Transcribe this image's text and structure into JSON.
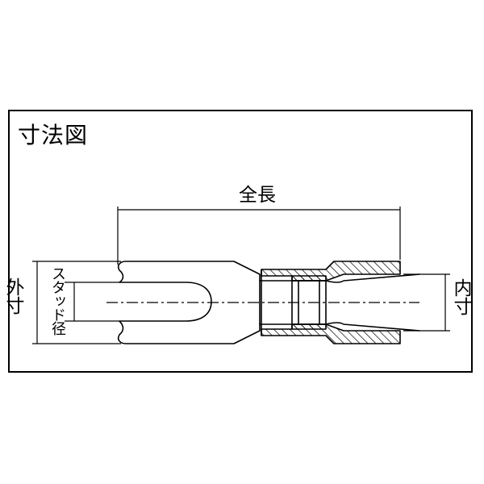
{
  "title": "寸法図",
  "labels": {
    "overall_length": "全長",
    "outer_dimension": "外寸",
    "stud_diameter": "スタッド径",
    "inner_dimension": "内寸"
  },
  "colors": {
    "line": "#000000",
    "background": "#ffffff"
  }
}
